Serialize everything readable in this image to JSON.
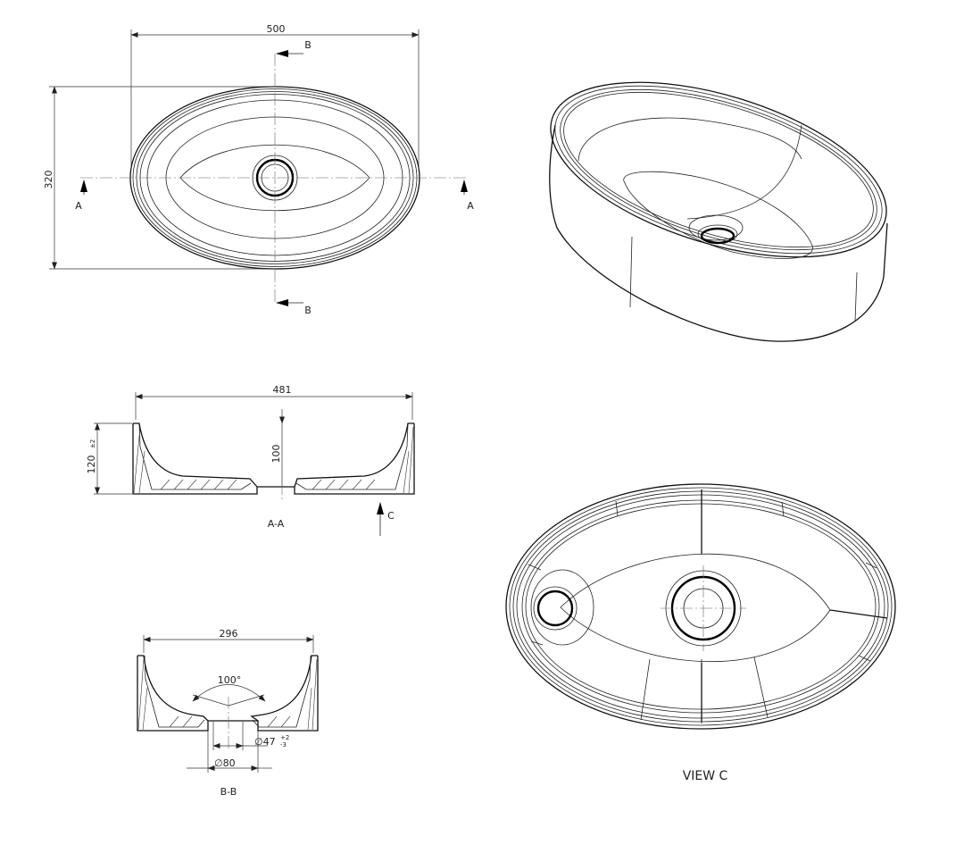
{
  "top_view": {
    "width_dim": "500",
    "height_dim": "320",
    "section_a_left": "A",
    "section_a_right": "A",
    "section_b_top": "B",
    "section_b_bottom": "B"
  },
  "section_aa": {
    "width_dim": "481",
    "depth_dim": "100",
    "height_dim": "120",
    "height_tol": "±2",
    "view_arrow": "C",
    "caption": "A-A"
  },
  "section_bb": {
    "width_dim": "296",
    "angle_dim": "100°",
    "inner_diameter": "∅47",
    "inner_tol_upper": "+2",
    "inner_tol_lower": "-3",
    "outer_diameter": "∅80",
    "caption": "B-B"
  },
  "view_c": {
    "caption": "VIEW C"
  }
}
